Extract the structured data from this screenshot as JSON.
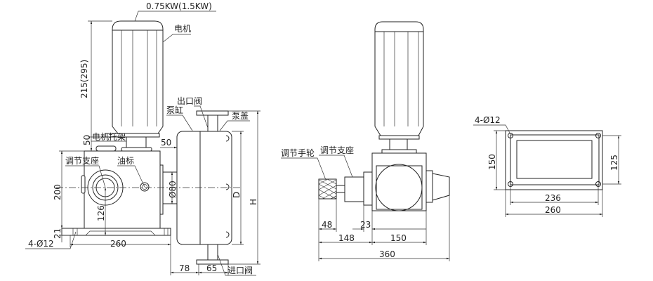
{
  "title": "Plunger metering pump outline dimensions",
  "side_view": {
    "power_label": "0.75KW(1.5KW)",
    "motor_label": "电机",
    "motor_height_dim": "215(295)",
    "motor_bracket_label": "电机托架",
    "bracket_height_dim": "50",
    "gap_dim": "50",
    "outlet_valve_label": "出口阀",
    "pump_cylinder_label": "泵缸",
    "pump_cover_label": "泵盖",
    "adjust_seat_label": "调节支座",
    "oil_gauge_label": "油标",
    "height_dim": "200",
    "shaft_height_dim": "126",
    "base_thickness_dim": "21",
    "bolt_holes_label": "4-Ø12",
    "base_length_dim": "260",
    "flange_dia_dim": "Ø80",
    "D_label": "D",
    "H_label": "H",
    "offset_dim": "78",
    "valve_dim": "65",
    "inlet_valve_label": "进口阀"
  },
  "front_view": {
    "handwheel_label": "调节手轮",
    "adjust_seat_label": "调节支座",
    "dim_48": "48",
    "dim_23": "23",
    "dim_148": "148",
    "dim_150": "150",
    "dim_360": "360"
  },
  "base_view": {
    "bolt_holes_label": "4-Ø12",
    "dim_150": "150",
    "dim_125": "125",
    "dim_236": "236",
    "dim_260": "260"
  }
}
